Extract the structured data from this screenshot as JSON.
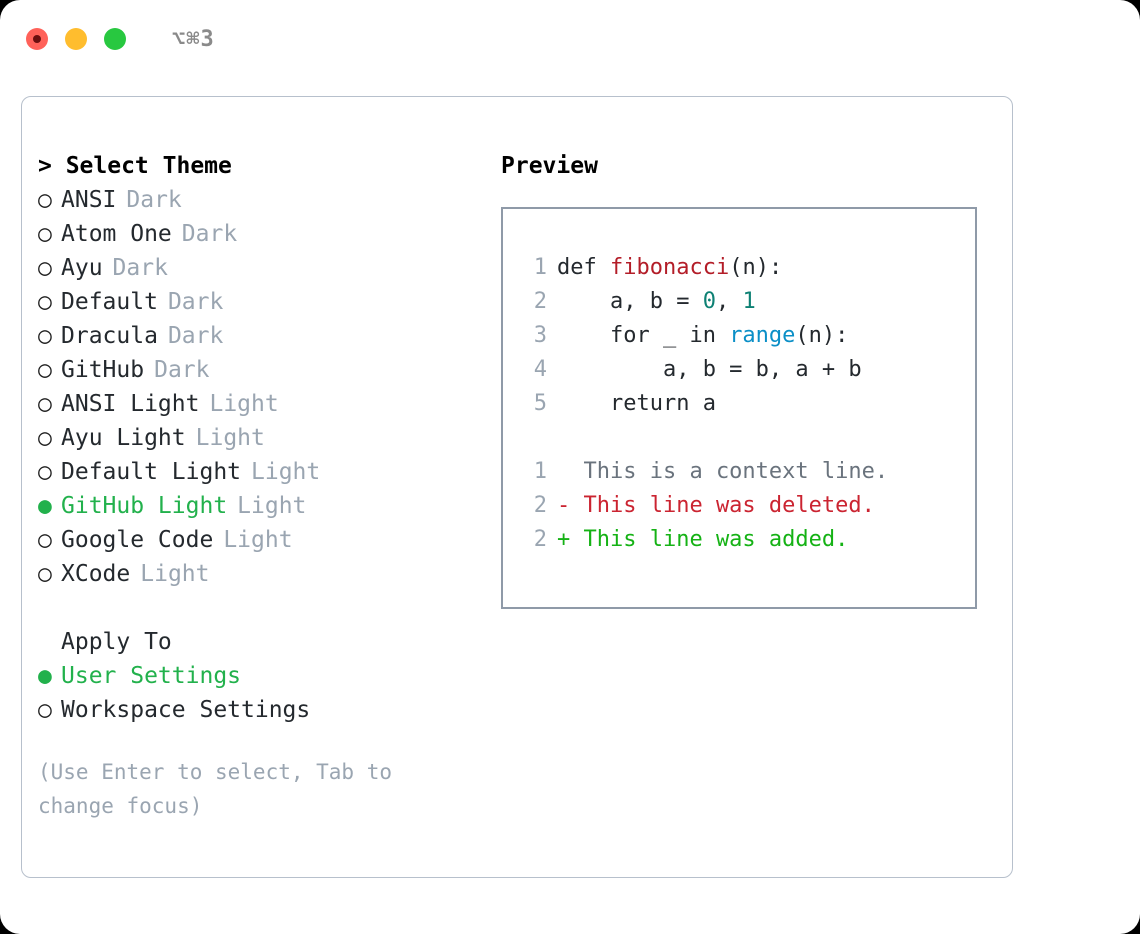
{
  "titlebar": {
    "shortcut": "⌥⌘3",
    "lights": [
      {
        "name": "close",
        "color": "#ff6159"
      },
      {
        "name": "minimize",
        "color": "#ffbd2e"
      },
      {
        "name": "maximize",
        "color": "#28c840"
      }
    ]
  },
  "theme_list": {
    "header": "> Select Theme",
    "items": [
      {
        "marker": "○",
        "name": "ANSI",
        "category": "Dark",
        "selected": false
      },
      {
        "marker": "○",
        "name": "Atom One",
        "category": "Dark",
        "selected": false
      },
      {
        "marker": "○",
        "name": "Ayu",
        "category": "Dark",
        "selected": false
      },
      {
        "marker": "○",
        "name": "Default",
        "category": "Dark",
        "selected": false
      },
      {
        "marker": "○",
        "name": "Dracula",
        "category": "Dark",
        "selected": false
      },
      {
        "marker": "○",
        "name": "GitHub",
        "category": "Dark",
        "selected": false
      },
      {
        "marker": "○",
        "name": "ANSI Light",
        "category": "Light",
        "selected": false
      },
      {
        "marker": "○",
        "name": "Ayu Light",
        "category": "Light",
        "selected": false
      },
      {
        "marker": "○",
        "name": "Default Light",
        "category": "Light",
        "selected": false
      },
      {
        "marker": "●",
        "name": "GitHub Light",
        "category": "Light",
        "selected": true
      },
      {
        "marker": "○",
        "name": "Google Code",
        "category": "Light",
        "selected": false
      },
      {
        "marker": "○",
        "name": "XCode",
        "category": "Light",
        "selected": false
      }
    ]
  },
  "apply_to": {
    "header": "Apply To",
    "items": [
      {
        "marker": "●",
        "name": "User Settings",
        "selected": true
      },
      {
        "marker": "○",
        "name": "Workspace Settings",
        "selected": false
      }
    ]
  },
  "hint": "(Use Enter to select, Tab to change focus)",
  "preview": {
    "title": "Preview",
    "code_lines": [
      {
        "n": "1",
        "segments": [
          {
            "t": "def ",
            "c": "plain"
          },
          {
            "t": "fibonacci",
            "c": "fn"
          },
          {
            "t": "(n):",
            "c": "plain"
          }
        ]
      },
      {
        "n": "2",
        "segments": [
          {
            "t": "    a, b = ",
            "c": "plain"
          },
          {
            "t": "0",
            "c": "num"
          },
          {
            "t": ", ",
            "c": "plain"
          },
          {
            "t": "1",
            "c": "num"
          }
        ]
      },
      {
        "n": "3",
        "segments": [
          {
            "t": "    for _ in ",
            "c": "plain"
          },
          {
            "t": "range",
            "c": "call"
          },
          {
            "t": "(n):",
            "c": "plain"
          }
        ]
      },
      {
        "n": "4",
        "segments": [
          {
            "t": "        a, b = b, a + b",
            "c": "plain"
          }
        ]
      },
      {
        "n": "5",
        "segments": [
          {
            "t": "    return a",
            "c": "plain"
          }
        ]
      }
    ],
    "diff_lines": [
      {
        "n": "1",
        "text": "  This is a context line.",
        "kind": "ctx"
      },
      {
        "n": "2",
        "text": "- This line was deleted.",
        "kind": "del"
      },
      {
        "n": "2",
        "text": "+ This line was added.",
        "kind": "add"
      }
    ]
  },
  "colors": {
    "accent_green": "#22b14c",
    "muted": "#9aa5b1",
    "fn_red": "#b31d28",
    "num_teal": "#0e8174",
    "call_blue": "#0b8fc7",
    "diff_del": "#cb2431",
    "diff_add": "#15b215",
    "border": "#b7c0cc"
  }
}
